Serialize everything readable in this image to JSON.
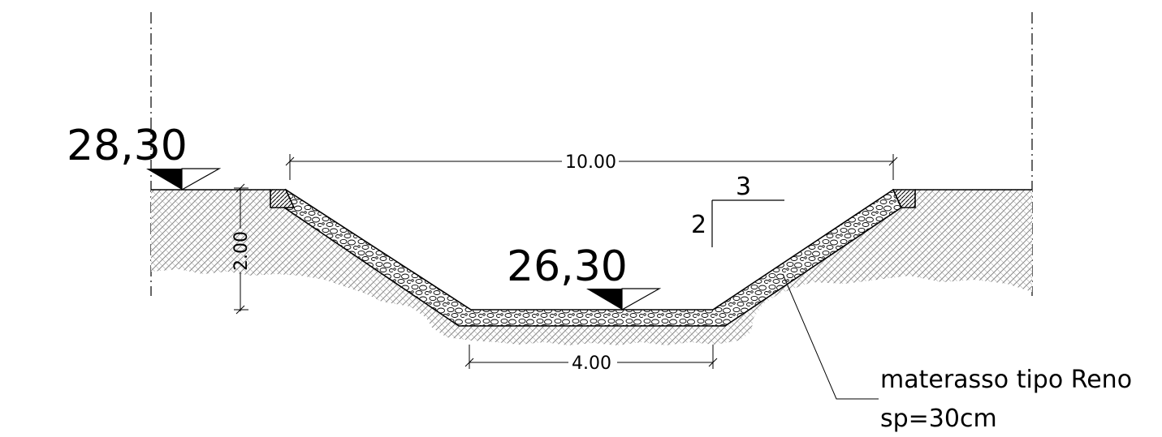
{
  "elevations": {
    "top": "28,30",
    "bottom": "26,30"
  },
  "dimensions": {
    "top_width": "10.00",
    "bottom_width": "4.00",
    "depth": "2.00"
  },
  "slope": {
    "horizontal": "3",
    "vertical": "2"
  },
  "annotation": {
    "line1": "materasso tipo Reno",
    "line2": "sp=30cm"
  },
  "colors": {
    "ink": "#000000",
    "soil_hatch": "#8a8a8a",
    "background": "#ffffff"
  }
}
